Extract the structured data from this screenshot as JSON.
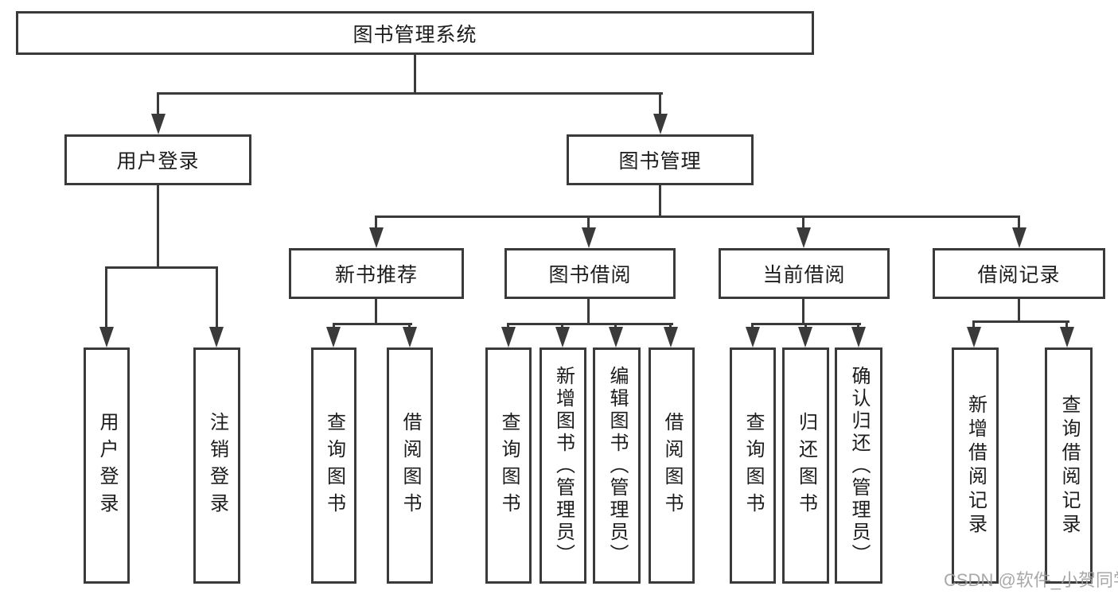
{
  "diagram_title": "图书管理系统",
  "colors": {
    "line": "#3a3a3a",
    "text": "#1c1c1c",
    "watermark": "#9f9f9f",
    "background": "#ffffff"
  },
  "tree": {
    "label": "图书管理系统",
    "children": [
      {
        "label": "用户登录",
        "children": [
          {
            "label": "用户登录"
          },
          {
            "label": "注销登录"
          }
        ]
      },
      {
        "label": "图书管理",
        "children": [
          {
            "label": "新书推荐",
            "children": [
              {
                "label": "查询图书"
              },
              {
                "label": "借阅图书"
              }
            ]
          },
          {
            "label": "图书借阅",
            "children": [
              {
                "label": "查询图书"
              },
              {
                "label": "新增图书（管理员）"
              },
              {
                "label": "编辑图书（管理员）"
              },
              {
                "label": "借阅图书"
              }
            ]
          },
          {
            "label": "当前借阅",
            "children": [
              {
                "label": "查询图书"
              },
              {
                "label": "归还图书"
              },
              {
                "label": "确认归还（管理员）"
              }
            ]
          },
          {
            "label": "借阅记录",
            "children": [
              {
                "label": "新增借阅记录"
              },
              {
                "label": "查询借阅记录"
              }
            ]
          }
        ]
      }
    ]
  },
  "watermark": {
    "text": "CSDN @软件_小贺同学"
  }
}
